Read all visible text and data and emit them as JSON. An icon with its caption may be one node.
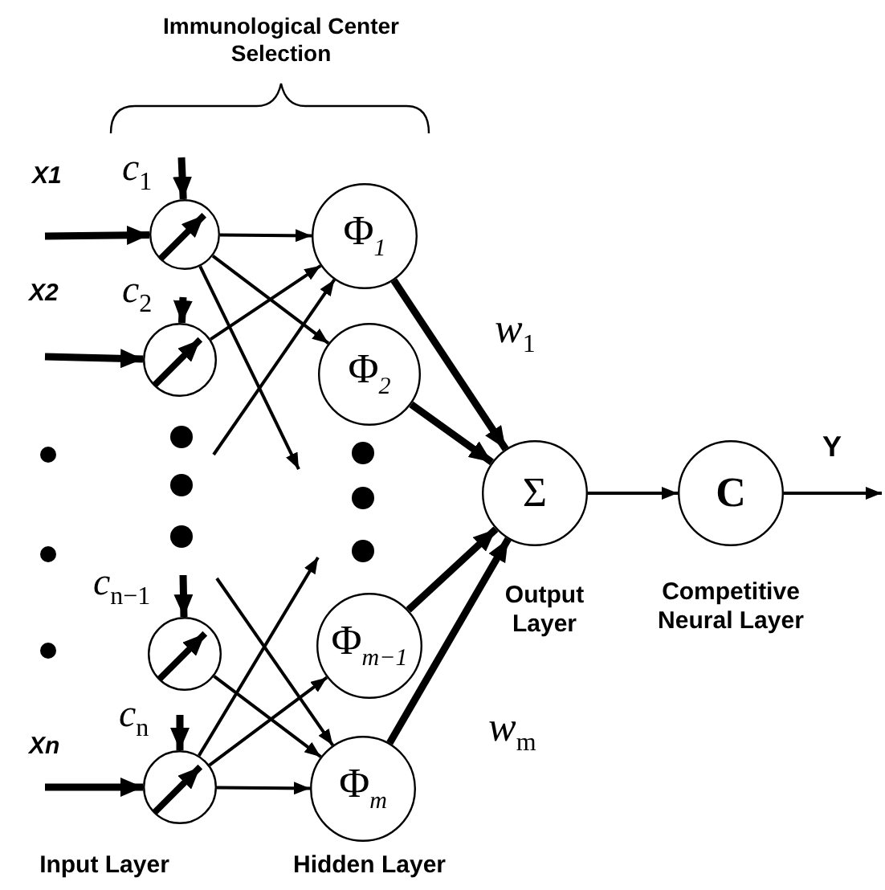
{
  "diagram": {
    "title": "Immunological Center Selection",
    "nodes": [
      {
        "text": [],
        "shape": "circle",
        "beside": [
          "*c*$_{1}$"
        ]
      },
      {
        "text": [],
        "shape": "circle",
        "beside": [
          "*c*$_{2}$"
        ]
      },
      {
        "text": [],
        "shape": "circle",
        "beside": [
          "*c*$_{n−1}$"
        ]
      },
      {
        "text": [],
        "shape": "circle",
        "beside": [
          "*c*$_{n}$"
        ]
      },
      {
        "text": [
          "Φ$_{1}$"
        ]
      },
      {
        "text": [
          "Φ$_{2}$"
        ]
      },
      {
        "text": [
          "Φ$_{m−1}$"
        ]
      },
      {
        "text": [
          "Φ$_{m}$"
        ]
      },
      {
        "text": [
          "Σ"
        ],
        "beside": [
          "Output Layer"
        ]
      },
      {
        "text": [
          "C"
        ],
        "beside": [
          "Competitive Neural Layer"
        ]
      }
    ],
    "edges": [
      {
        "from": null,
        "to": 0,
        "arrow": "to",
        "label": "X1",
        "style": "thick"
      },
      {
        "from": null,
        "to": 1,
        "arrow": "to",
        "label": "X2",
        "style": "thick"
      },
      {
        "from": null,
        "to": 3,
        "arrow": "to",
        "label": "Xn",
        "style": "thick"
      },
      {
        "from": null,
        "to": 0,
        "arrow": "to",
        "style": "thick"
      },
      {
        "from": null,
        "to": 1,
        "arrow": "to",
        "style": "thick"
      },
      {
        "from": null,
        "to": 2,
        "arrow": "to",
        "style": "thick"
      },
      {
        "from": null,
        "to": 3,
        "arrow": "to",
        "style": "thick"
      },
      {
        "from": 0,
        "to": 4,
        "arrow": "to"
      },
      {
        "from": 0,
        "to": 5,
        "arrow": "to"
      },
      {
        "from": 0,
        "to": null,
        "arrow": "to"
      },
      {
        "from": 1,
        "to": 4,
        "arrow": "to"
      },
      {
        "from": null,
        "to": 4,
        "arrow": "to"
      },
      {
        "from": null,
        "to": 7,
        "arrow": "to"
      },
      {
        "from": 2,
        "to": 7,
        "arrow": "to"
      },
      {
        "from": 3,
        "to": null,
        "arrow": "to"
      },
      {
        "from": 3,
        "to": 6,
        "arrow": "to"
      },
      {
        "from": 3,
        "to": 7,
        "arrow": "to"
      },
      {
        "from": 4,
        "to": 8,
        "arrow": "to",
        "label": "*w*$_{1}$",
        "style": "thick"
      },
      {
        "from": 5,
        "to": 8,
        "arrow": "to",
        "style": "thick"
      },
      {
        "from": 6,
        "to": 8,
        "arrow": "to",
        "style": "thick"
      },
      {
        "from": 7,
        "to": 8,
        "arrow": "to",
        "label": "*w*$_{m}$",
        "style": "thick"
      },
      {
        "from": 8,
        "to": 9,
        "arrow": "to"
      },
      {
        "from": 9,
        "to": null,
        "arrow": "to",
        "label": "Y"
      }
    ],
    "labels": [
      "Input Layer",
      "Hidden Layer"
    ]
  }
}
